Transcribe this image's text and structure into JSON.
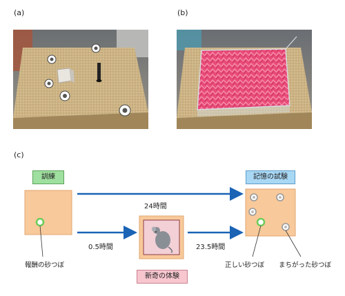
{
  "panels": {
    "a": "(a)",
    "b": "(b)",
    "c": "(c)"
  },
  "diagram": {
    "training_label": "訓練",
    "memory_test_label": "記憶の試験",
    "novel_experience_label": "新奇の体験",
    "time_24h": "24時間",
    "time_05h": "0.5時間",
    "time_235h": "23.5時間",
    "reward_well_label": "報酬の砂つぼ",
    "correct_well_label": "正しい砂つぼ",
    "wrong_well_label": "まちがった砂つぼ"
  },
  "colors": {
    "arrow": "#1a63b5",
    "arena_fill": "#f8c99a",
    "training_box": "#9fdf9f",
    "memory_box": "#a9d8f5",
    "novel_box": "#f7c6cf",
    "correct_well": "#6dcc5a"
  }
}
